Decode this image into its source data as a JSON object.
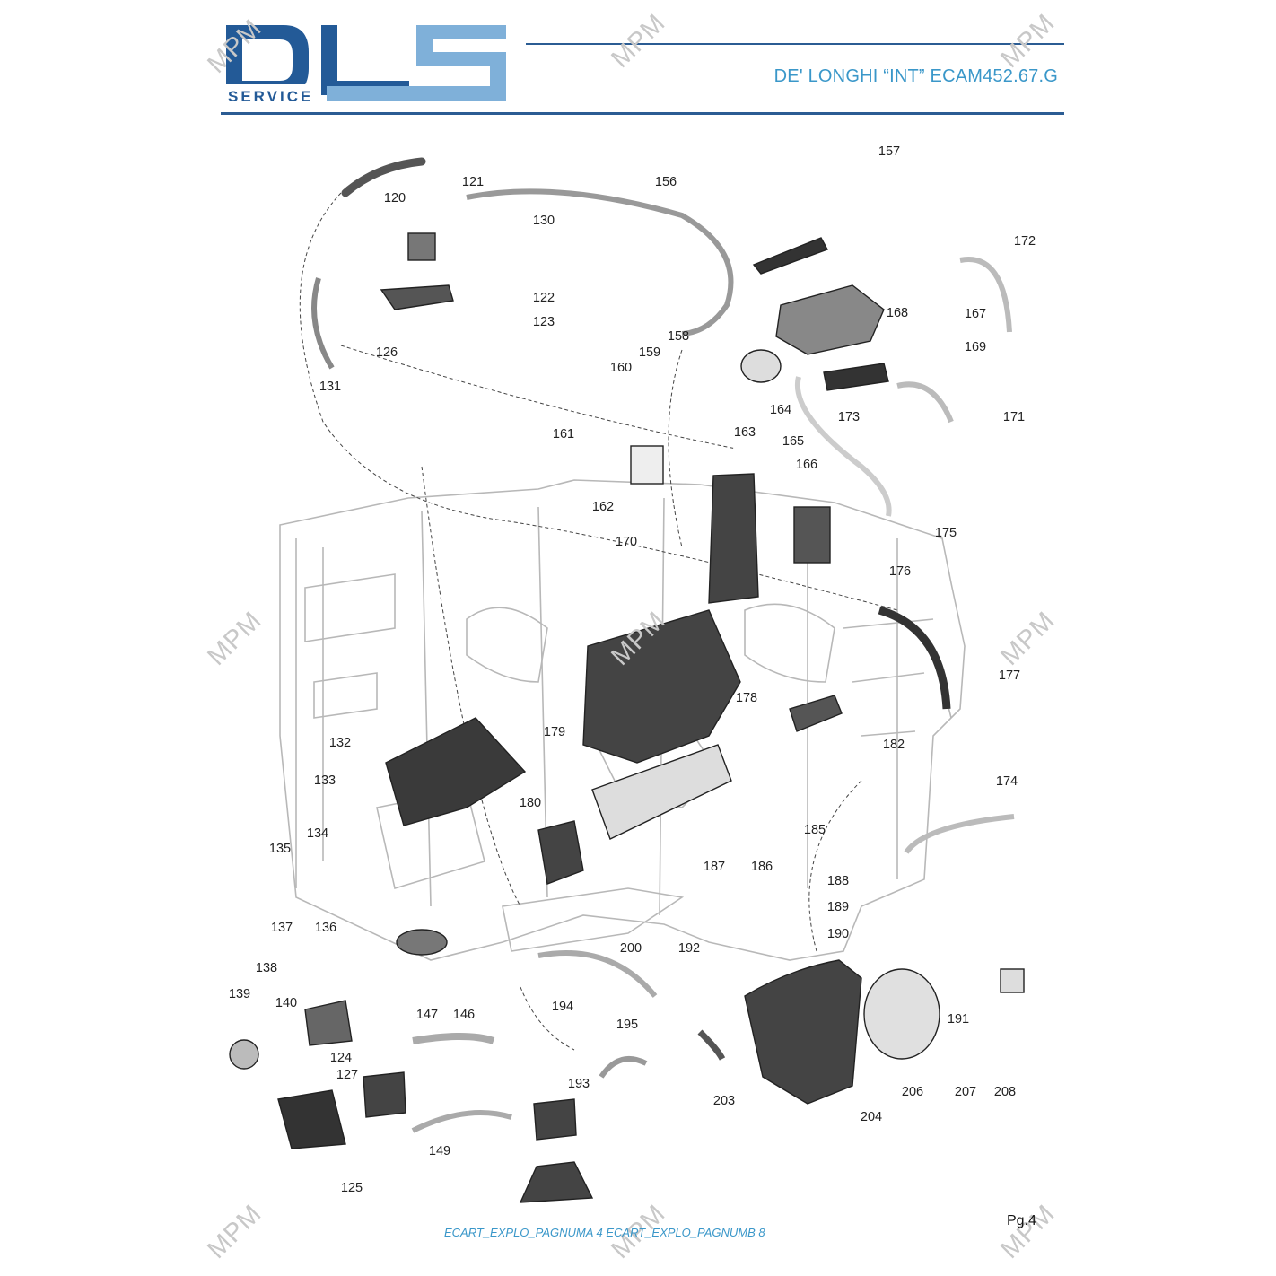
{
  "logo": {
    "brand_text": "DLS",
    "sub_text": "SERVICE",
    "colors": {
      "dark": "#235a97",
      "light": "#7fb0d9"
    }
  },
  "header": {
    "title": "DE' LONGHI  “INT”  ECAM452.67.G",
    "accent_color": "#3a97c9"
  },
  "watermark": "MPM",
  "parts": [
    "120",
    "121",
    "122",
    "123",
    "126",
    "130",
    "131",
    "156",
    "157",
    "158",
    "159",
    "160",
    "161",
    "162",
    "163",
    "164",
    "165",
    "166",
    "167",
    "168",
    "169",
    "170",
    "171",
    "172",
    "173",
    "174",
    "175",
    "176",
    "177",
    "178",
    "179",
    "180",
    "182",
    "185",
    "186",
    "187",
    "188",
    "189",
    "190",
    "191",
    "192",
    "193",
    "194",
    "195",
    "200",
    "203",
    "204",
    "206",
    "207",
    "208",
    "132",
    "133",
    "134",
    "135",
    "136",
    "137",
    "138",
    "139",
    "140",
    "124",
    "125",
    "127",
    "146",
    "147",
    "149"
  ],
  "footer": {
    "code": "ECART_EXPLO_PAGNUMA 4 ECART_EXPLO_PAGNUMB 8",
    "page": "Pg.4"
  }
}
